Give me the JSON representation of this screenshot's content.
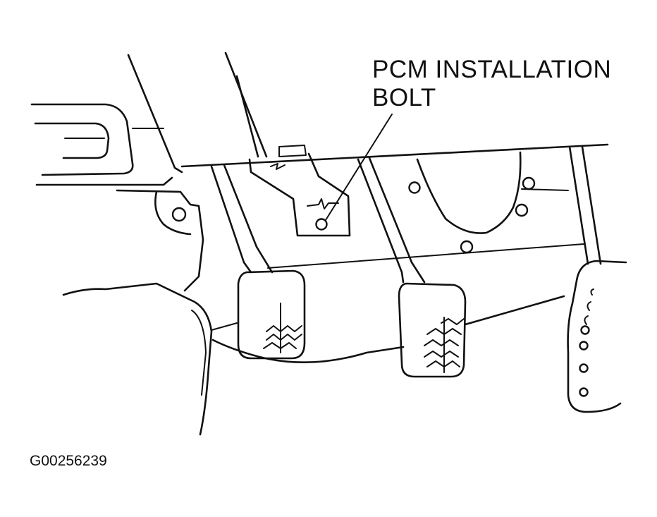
{
  "callout": {
    "line1": "PCM INSTALLATION",
    "line2": "BOLT"
  },
  "figure_id": "G00256239"
}
